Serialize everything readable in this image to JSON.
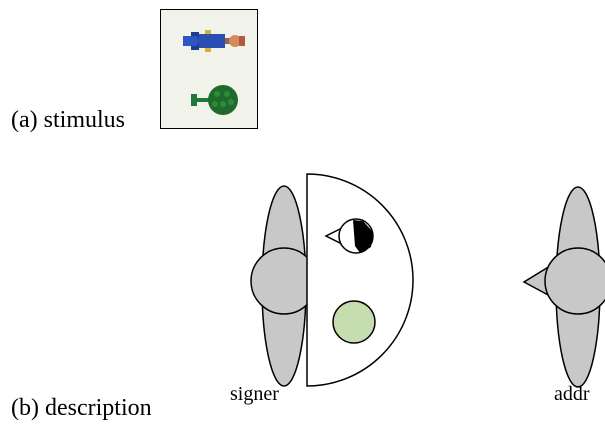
{
  "captions": {
    "stimulus": "(a) stimulus",
    "description": "(b) description"
  },
  "labels": {
    "signer": "signer",
    "addressee": "addr"
  },
  "colors": {
    "body_gray": "#c8c8c8",
    "tree_disc": "#c6ddb0",
    "figure_head": "#000000",
    "photo_shirt": "#2b4fb3",
    "photo_tree": "#1e6b2c",
    "photo_face": "#d8895a"
  },
  "icons": {
    "stimulus_photo": "lego-man-and-tree-photo",
    "signer_figure": "signer-top-view-icon",
    "addressee_figure": "addressee-top-view-icon",
    "man_token": "man-token-icon",
    "tree_token": "tree-token-icon"
  }
}
